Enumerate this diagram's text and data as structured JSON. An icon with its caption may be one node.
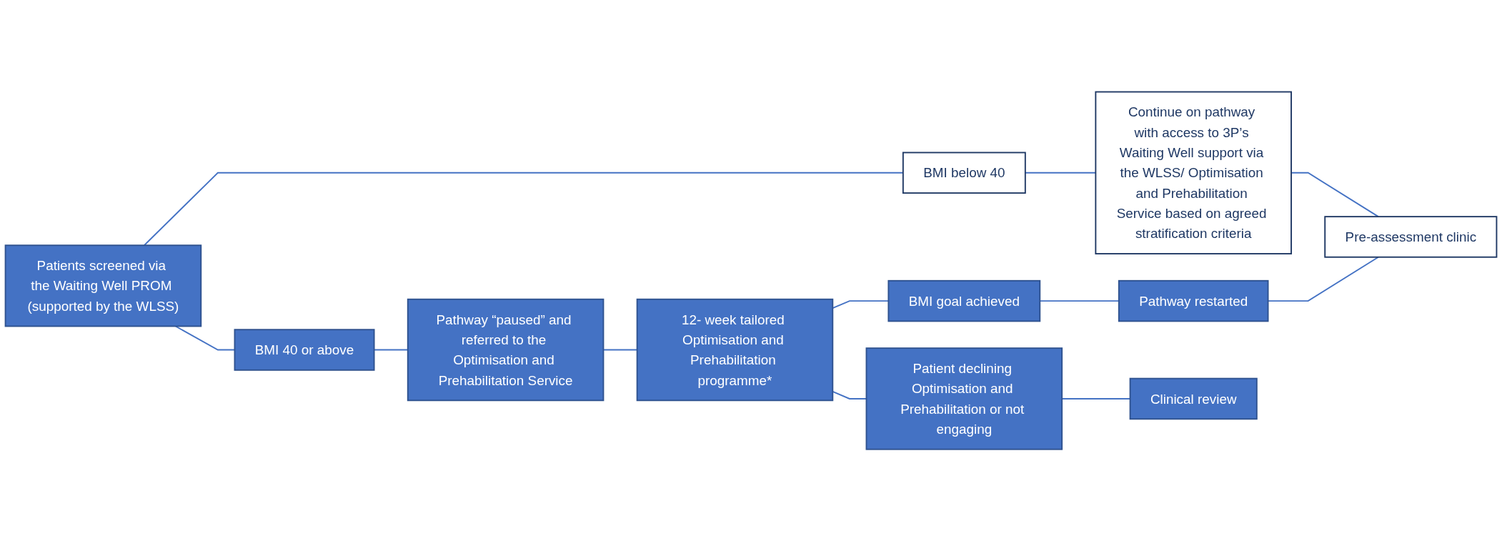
{
  "diagram": {
    "nodes": [
      {
        "text": [
          "Patients screened via the Waiting Well PROM (supported by the WLSS)"
        ]
      },
      {
        "text": [
          "BMI below 40"
        ]
      },
      {
        "text": [
          "Continue on pathway with access to 3P’s Waiting Well support via the WLSS/ Optimisation and Prehabilitation Service based on agreed stratification criteria"
        ]
      },
      {
        "text": [
          "Pre-assessment clinic"
        ]
      },
      {
        "text": [
          "BMI 40 or above"
        ]
      },
      {
        "text": [
          "Pathway “paused” and referred to the Optimisation and Prehabilitation Service"
        ]
      },
      {
        "text": [
          "12- week tailored Optimisation and Prehabilitation programme*"
        ]
      },
      {
        "text": [
          "BMI goal achieved"
        ]
      },
      {
        "text": [
          "Pathway restarted"
        ]
      },
      {
        "text": [
          "Patient declining Optimisation and Prehabilitation or not engaging"
        ]
      },
      {
        "text": [
          "Clinical review"
        ]
      }
    ],
    "edges": [
      {
        "from": 0,
        "to": 1,
        "arrow": "none"
      },
      {
        "from": 0,
        "to": 4,
        "arrow": "none"
      },
      {
        "from": 1,
        "to": 2,
        "arrow": "none"
      },
      {
        "from": 2,
        "to": 3,
        "arrow": "none"
      },
      {
        "from": 4,
        "to": 5,
        "arrow": "none"
      },
      {
        "from": 5,
        "to": 6,
        "arrow": "none"
      },
      {
        "from": 6,
        "to": 7,
        "arrow": "none"
      },
      {
        "from": 7,
        "to": 8,
        "arrow": "none"
      },
      {
        "from": 8,
        "to": 3,
        "arrow": "none"
      },
      {
        "from": 6,
        "to": 9,
        "arrow": "none"
      },
      {
        "from": 9,
        "to": 10,
        "arrow": "none"
      }
    ]
  }
}
